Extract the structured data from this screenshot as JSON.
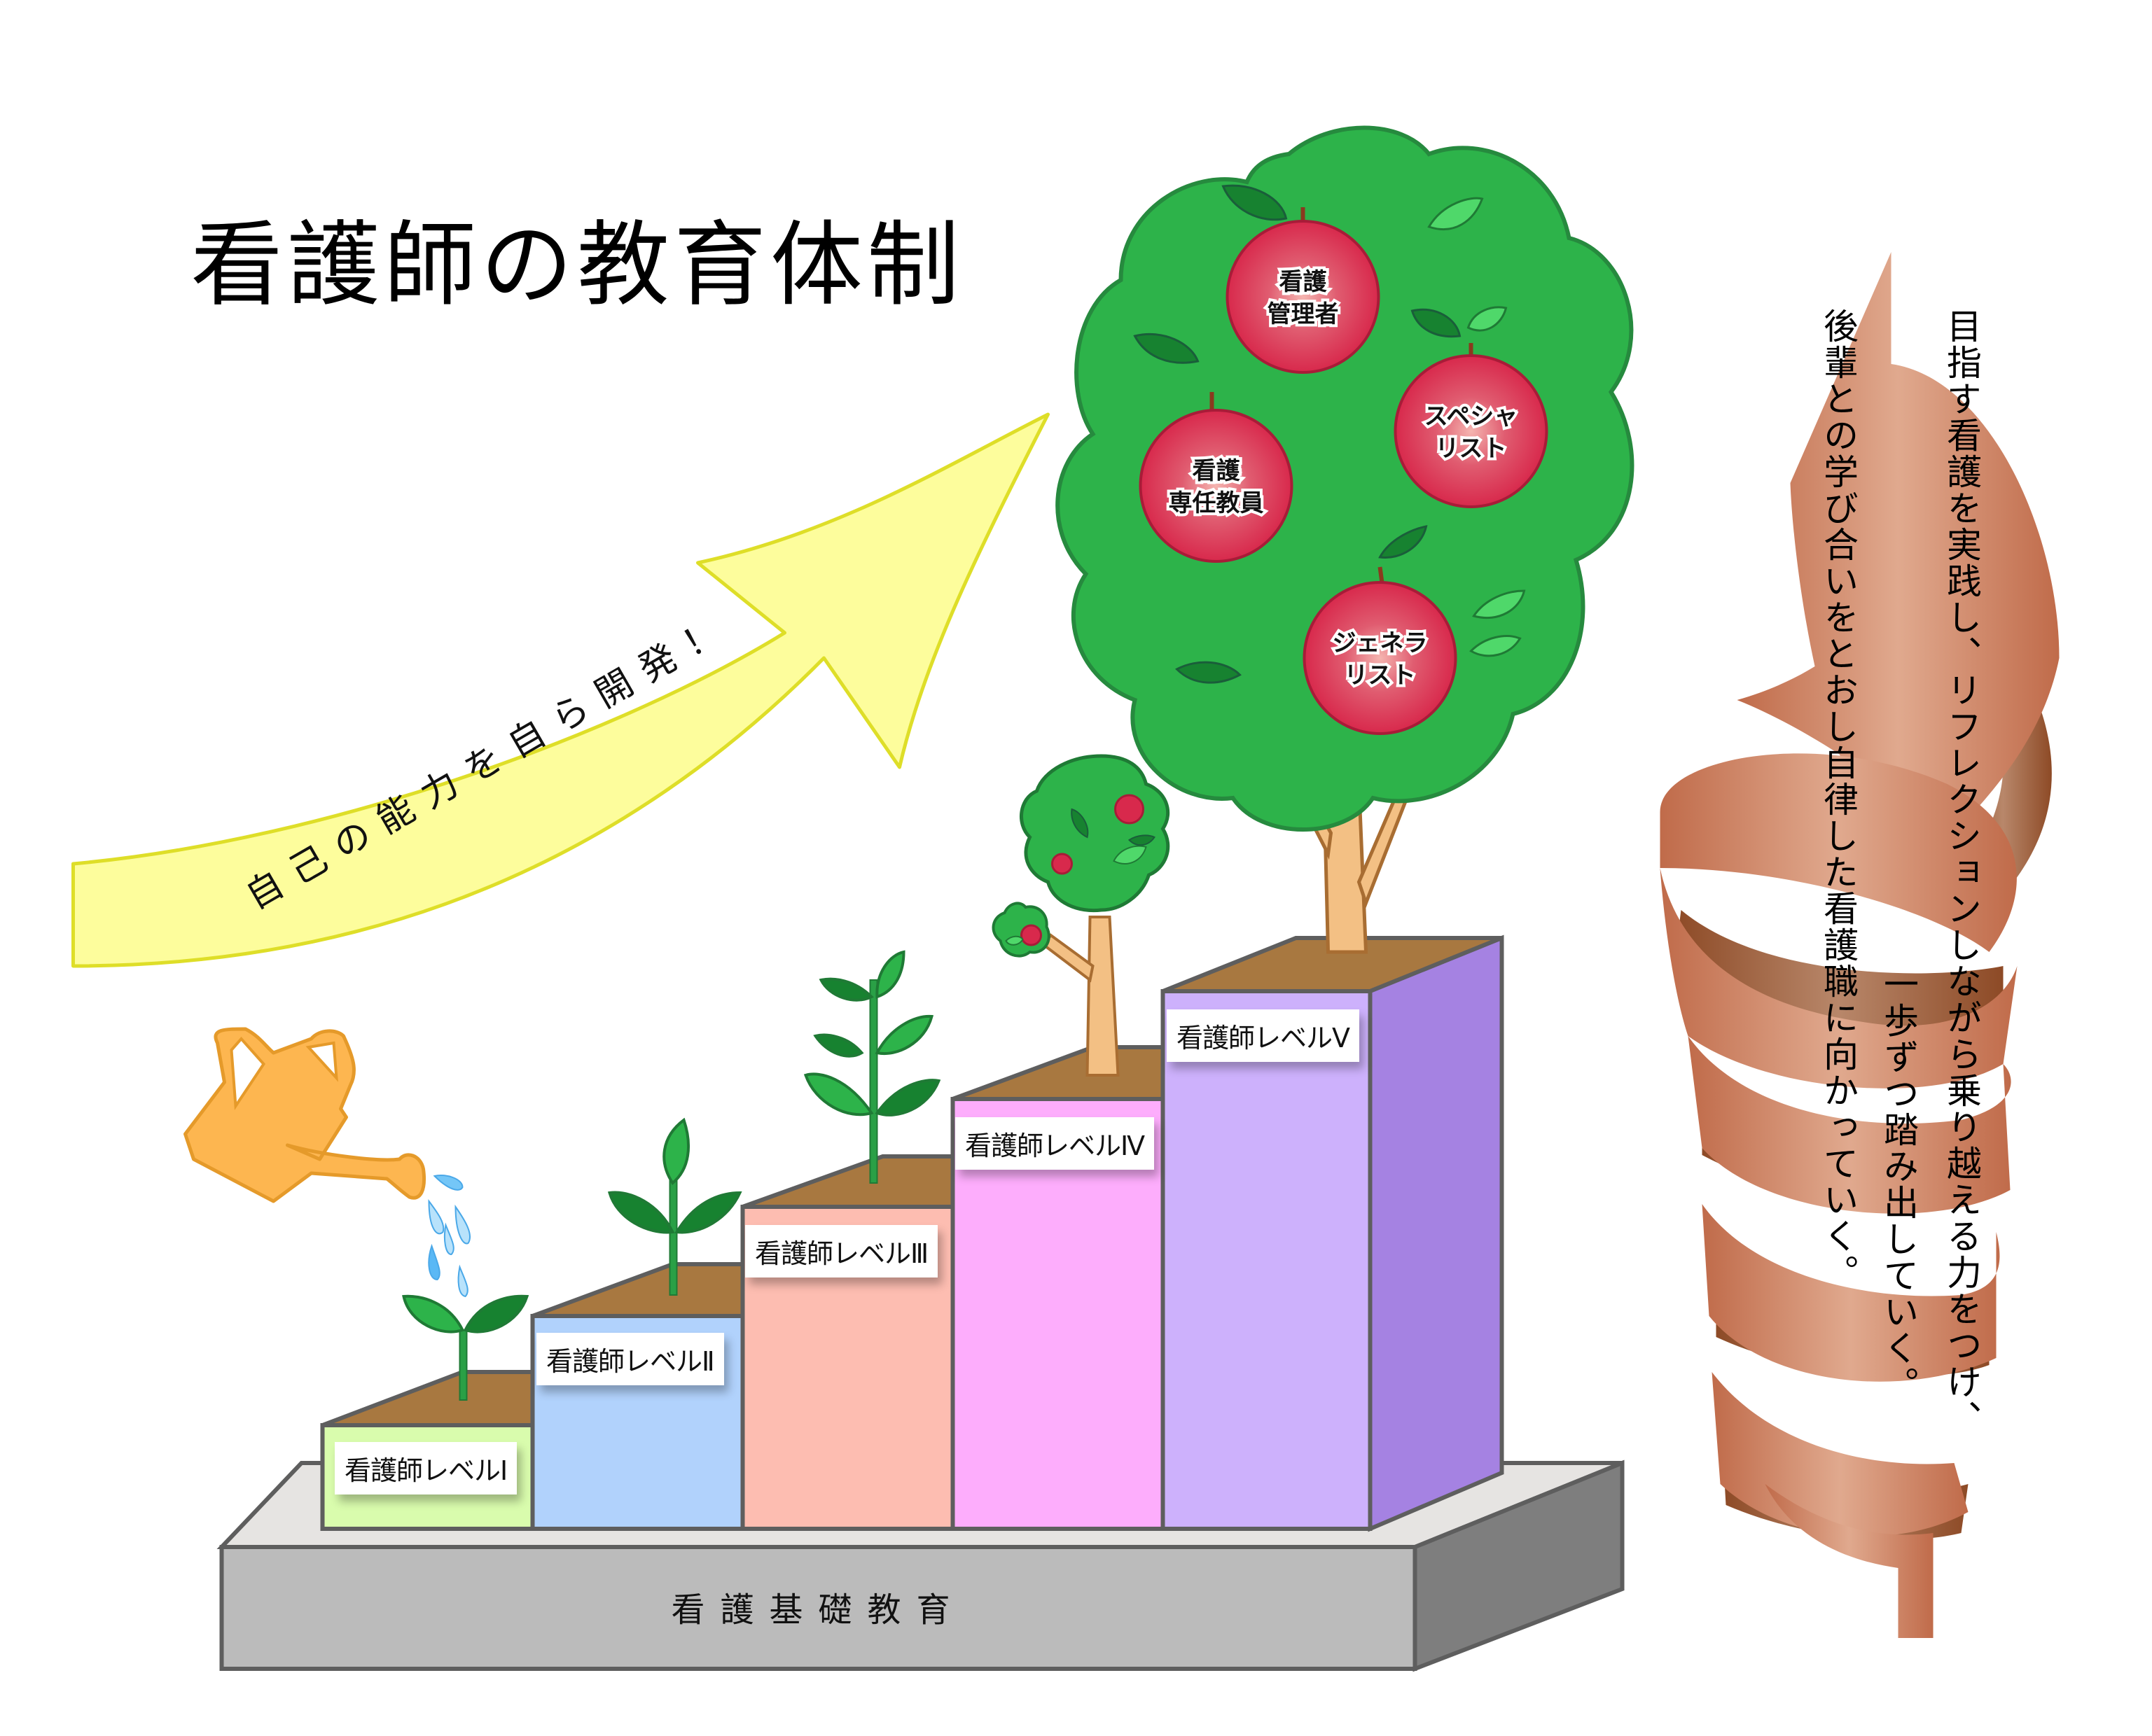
{
  "title": "看護師の教育体制",
  "arrow": {
    "label": "自己の能力を自ら開発！",
    "color": "#fdfd9c"
  },
  "base": {
    "label": "看護基礎教育"
  },
  "levels": [
    {
      "label": "看護師レベルⅠ",
      "color": "#d9fcad",
      "plant": "sprout"
    },
    {
      "label": "看護師レベルⅡ",
      "color": "#b1d2fc",
      "plant": "seedling"
    },
    {
      "label": "看護師レベルⅢ",
      "color": "#fdbdb1",
      "plant": "young-plant"
    },
    {
      "label": "看護師レベルⅣ",
      "color": "#fdadfc",
      "plant": "small-tree"
    },
    {
      "label": "看護師レベルⅤ",
      "color": "#cdb1fc",
      "plant": "apple-tree"
    }
  ],
  "apples": [
    {
      "line1": "看護",
      "line2": "管理者"
    },
    {
      "line1": "スペシャ",
      "line2": "リスト"
    },
    {
      "line1": "看護",
      "line2": "専任教員"
    },
    {
      "line1": "ジェネラ",
      "line2": "リスト"
    }
  ],
  "ribbon": {
    "text_right_col1": "目指す看護を実践し、リフレクションしながら乗り越える力をつけ、",
    "text_right_col2": "一歩ずつ踏み出していく。",
    "text_left_col": "後輩との学び合いをとおし自律した看護職に向かっていく。",
    "color": "#c06b4a"
  },
  "watering_can": {
    "color": "#fdb650"
  }
}
